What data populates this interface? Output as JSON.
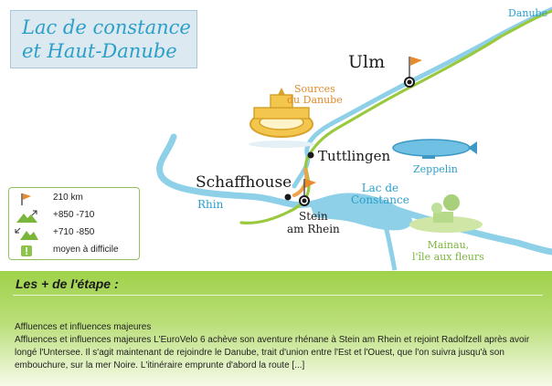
{
  "title": {
    "line1": "Lac de constance",
    "line2": "et Haut-Danube"
  },
  "map_labels": {
    "ulm": "Ulm",
    "sources": [
      "Sources",
      "du Danube"
    ],
    "tuttlingen": "Tuttlingen",
    "schaffhouse": "Schaffhouse",
    "stein": [
      "Stein",
      "am Rhein"
    ],
    "lac": [
      "Lac de",
      "Constance"
    ],
    "rhein": "Rhin",
    "danube": "Danube",
    "zeppelin": "Zeppelin",
    "mainau": [
      "Mainau,",
      "l'île aux fleurs"
    ]
  },
  "legend": [
    {
      "icon": "flag-icon",
      "text": "210 km"
    },
    {
      "icon": "ascent-icon",
      "text": "+850 -710"
    },
    {
      "icon": "descent-icon",
      "text": "+710 -850"
    },
    {
      "icon": "difficulty-icon",
      "text": "moyen à difficile"
    }
  ],
  "highlights": {
    "title": "Les + de l'étape :",
    "heading": "Affluences et influences majeures",
    "text": "Affluences et influences majeures L'EuroVelo 6 achève son aventure rhénane à Stein am Rhein et rejoint Radolfzell après avoir longé l'Untersee. Il s'agit maintenant de rejoindre le Danube, trait d'union entre l'Est et l'Ouest, que l'on suivra jusqu'à son embouchure, sur la mer Noire. L'itinéraire emprunte d'abord la route [...]"
  },
  "colors": {
    "river": "#8ed0e8",
    "route": "#9ac93f",
    "title_text": "#2a9fc9",
    "panel": "#a6d453",
    "flag": "#e98a2c"
  }
}
